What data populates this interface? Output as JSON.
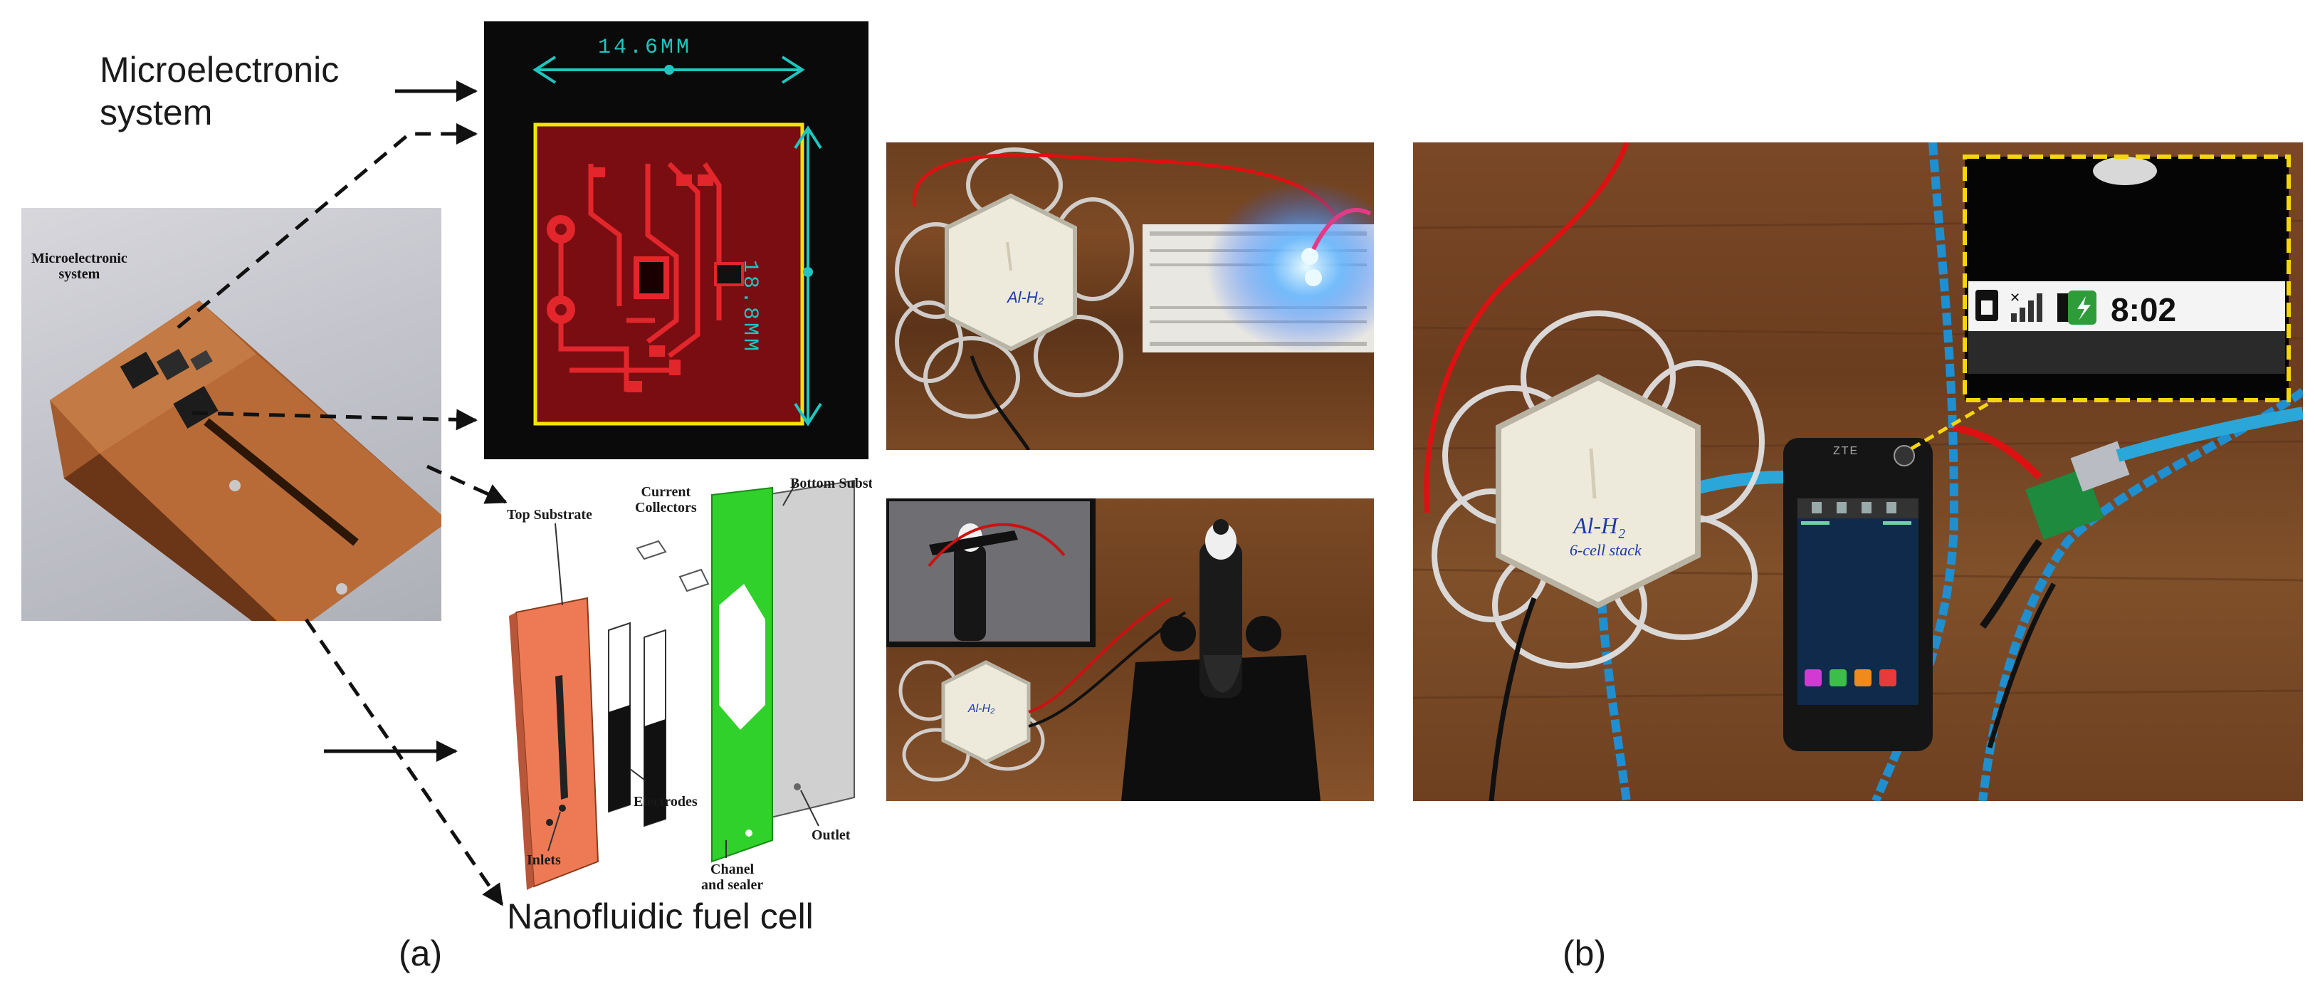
{
  "labels": {
    "microelectronic_system": "Microelectronic\nsystem",
    "nanofluidic_fuel_cell": "Nanofluidic fuel cell",
    "panel_a": "(a)",
    "panel_b": "(b)"
  },
  "photo_board": {
    "annotation": "Microelectronic\nsystem"
  },
  "pcb": {
    "width_dim": "14.6MM",
    "height_dim": "18.8MM"
  },
  "exploded": {
    "bottom_substrate": "Bottom Substrate",
    "current_collectors": "Current\nCollectors",
    "top_substrate": "Top Substrate",
    "electrodes": "Electrodes",
    "inlets": "Inlets",
    "chanel_and_sealer": "Chanel\nand sealer",
    "outlet": "Outlet"
  },
  "stack": {
    "label_top": "Al-H₂",
    "label_bottom": "6-cell stack"
  },
  "phone": {
    "brand": "ZTE",
    "status_time": "8:02"
  },
  "colors": {
    "pcb_bg": "#0a0a0a",
    "pcb_board": "#7a0d12",
    "pcb_outline": "#f2e600",
    "pcb_dim": "#1fc6c0",
    "channel_green": "#2fd12a",
    "top_substrate": "#ee7a55",
    "wood": "#7a4a26",
    "callout_yellow": "#f5d60a"
  }
}
